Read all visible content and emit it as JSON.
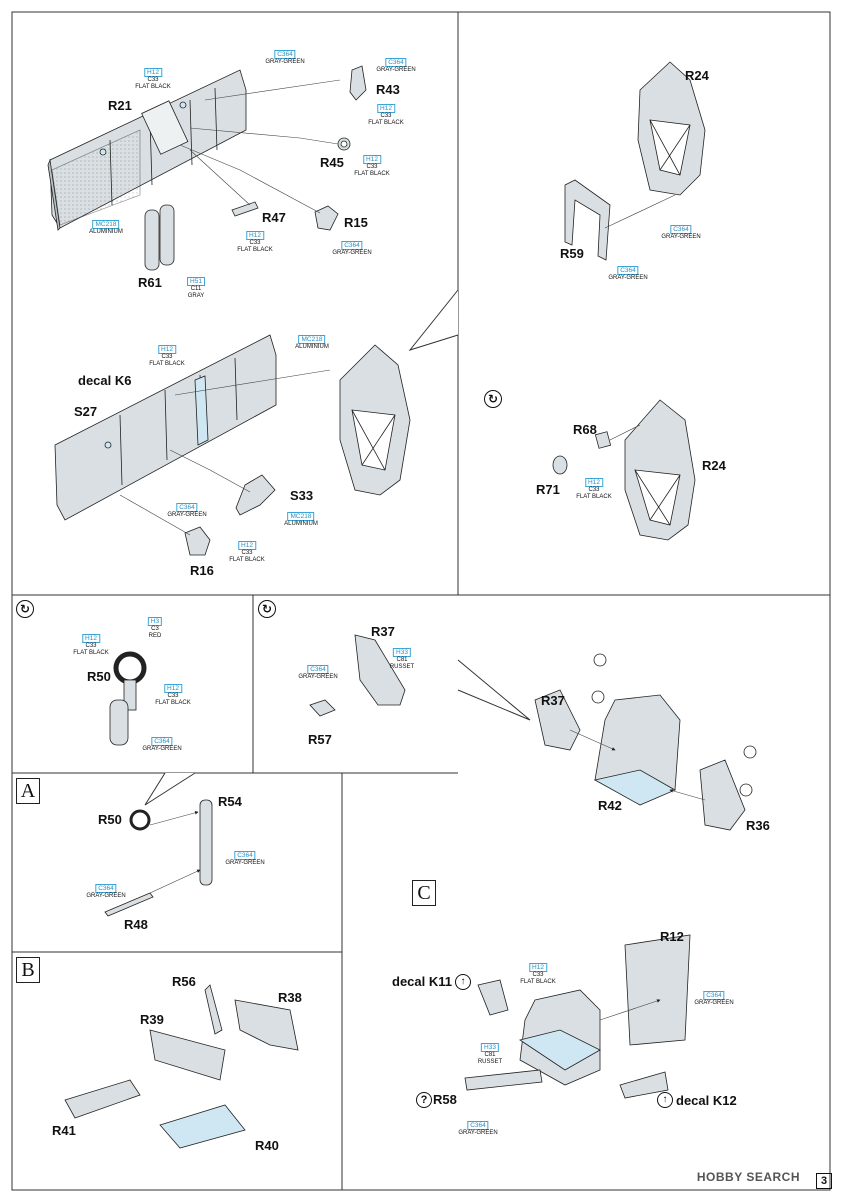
{
  "page_number": "3",
  "watermark": "HOBBY SEARCH",
  "step_letters": {
    "a": "A",
    "b": "B",
    "c": "C"
  },
  "part_labels": {
    "r21": "R21",
    "r43": "R43",
    "r45": "R45",
    "r47": "R47",
    "r15": "R15",
    "r61": "R61",
    "r24a": "R24",
    "r59": "R59",
    "decal_k6": "decal K6",
    "s27": "S27",
    "s33": "S33",
    "r16": "R16",
    "r68": "R68",
    "r71": "R71",
    "r24b": "R24",
    "r50a": "R50",
    "r37a": "R37",
    "r57": "R57",
    "r37b": "R37",
    "r42": "R42",
    "r36": "R36",
    "r50b": "R50",
    "r54": "R54",
    "r48": "R48",
    "r56": "R56",
    "r38": "R38",
    "r39": "R39",
    "r41": "R41",
    "r40": "R40",
    "r12": "R12",
    "decal_k11": "decal K11",
    "r58": "R58",
    "decal_k12": "decal K12"
  },
  "paints": {
    "c364_gg_1": {
      "code": "C364",
      "name": "GRAY-GREEN"
    },
    "h12_fb_1": {
      "code": "H12",
      "code2": "C33",
      "name": "FLAT BLACK"
    },
    "c364_gg_2": {
      "code": "C364",
      "name": "GRAY-GREEN"
    },
    "h12_fb_2": {
      "code": "H12",
      "code2": "C33",
      "name": "FLAT BLACK"
    },
    "h12_fb_3": {
      "code": "H12",
      "code2": "C33",
      "name": "FLAT BLACK"
    },
    "mc218_al_1": {
      "code": "MC218",
      "name": "ALUMINIUM"
    },
    "h12_fb_4": {
      "code": "H12",
      "code2": "C33",
      "name": "FLAT BLACK"
    },
    "c364_gg_3": {
      "code": "C364",
      "name": "GRAY-GREEN"
    },
    "h51_gray": {
      "code": "H51",
      "code2": "C11",
      "name": "GRAY"
    },
    "c364_gg_4": {
      "code": "C364",
      "name": "GRAY-GREEN"
    },
    "c364_gg_5": {
      "code": "C364",
      "name": "GRAY-GREEN"
    },
    "mc218_al_2": {
      "code": "MC218",
      "name": "ALUMINIUM"
    },
    "h12_fb_5": {
      "code": "H12",
      "code2": "C33",
      "name": "FLAT BLACK"
    },
    "c364_gg_6": {
      "code": "C364",
      "name": "GRAY-GREEN"
    },
    "mc218_al_3": {
      "code": "MC218",
      "name": "ALUMINIUM"
    },
    "h12_fb_6": {
      "code": "H12",
      "code2": "C33",
      "name": "FLAT BLACK"
    },
    "h12_fb_7": {
      "code": "H12",
      "code2": "C33",
      "name": "FLAT BLACK"
    },
    "h3_red": {
      "code": "H3",
      "code2": "C3",
      "name": "RED"
    },
    "h12_fb_8": {
      "code": "H12",
      "code2": "C33",
      "name": "FLAT BLACK"
    },
    "h12_fb_9": {
      "code": "H12",
      "code2": "C33",
      "name": "FLAT BLACK"
    },
    "c364_gg_7": {
      "code": "C364",
      "name": "GRAY-GREEN"
    },
    "c364_gg_8": {
      "code": "C364",
      "name": "GRAY-GREEN"
    },
    "h33_russet_1": {
      "code": "H33",
      "code2": "C81",
      "name": "RUSSET"
    },
    "c364_gg_9": {
      "code": "C364",
      "name": "GRAY-GREEN"
    },
    "c364_gg_10": {
      "code": "C364",
      "name": "GRAY-GREEN"
    },
    "h12_fb_10": {
      "code": "H12",
      "code2": "C33",
      "name": "FLAT BLACK"
    },
    "c364_gg_11": {
      "code": "C364",
      "name": "GRAY-GREEN"
    },
    "h33_russet_2": {
      "code": "H33",
      "code2": "C81",
      "name": "RUSSET"
    },
    "c364_gg_12": {
      "code": "C364",
      "name": "GRAY-GREEN"
    }
  },
  "colors": {
    "paint_code_box": "#3aa6d8",
    "part_fill": "#d9dfe2",
    "aluminium_tint": "#cfe6f3",
    "line": "#222222"
  }
}
